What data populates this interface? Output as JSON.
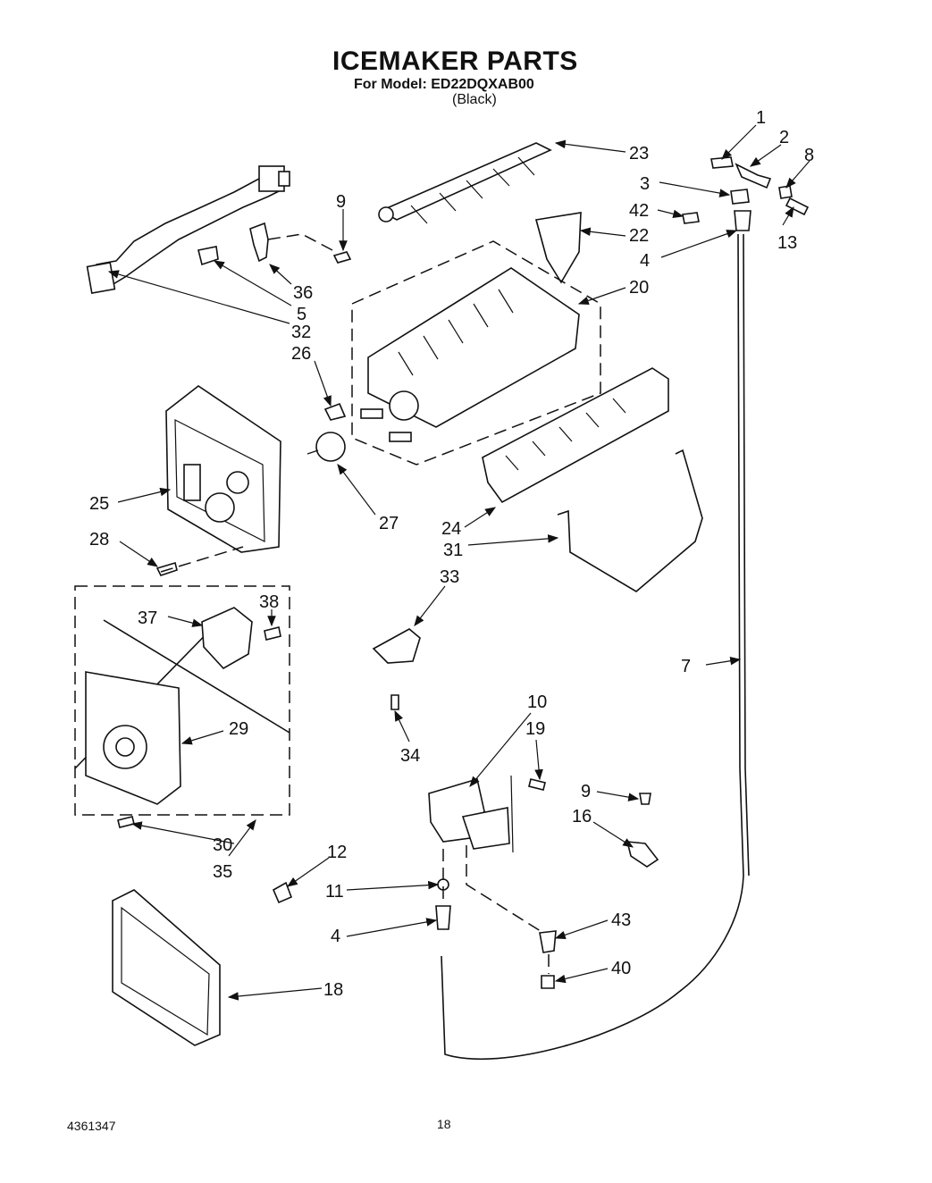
{
  "title": "ICEMAKER PARTS",
  "model_line": "For Model: ED22DQXAB00",
  "color_line": "(Black)",
  "footer": {
    "code": "4361347",
    "page": "18"
  },
  "callouts": {
    "c1": "1",
    "c2": "2",
    "c3": "3",
    "c4a": "4",
    "c4b": "4",
    "c5": "5",
    "c7": "7",
    "c8": "8",
    "c9a": "9",
    "c9b": "9",
    "c10": "10",
    "c11": "11",
    "c12": "12",
    "c13": "13",
    "c16": "16",
    "c18": "18",
    "c19": "19",
    "c20": "20",
    "c22": "22",
    "c23": "23",
    "c24": "24",
    "c25": "25",
    "c26": "26",
    "c27": "27",
    "c28": "28",
    "c29": "29",
    "c30": "30",
    "c31": "31",
    "c32": "32",
    "c33": "33",
    "c34": "34",
    "c35": "35",
    "c36": "36",
    "c37": "37",
    "c38": "38",
    "c40": "40",
    "c42": "42",
    "c43": "43"
  }
}
